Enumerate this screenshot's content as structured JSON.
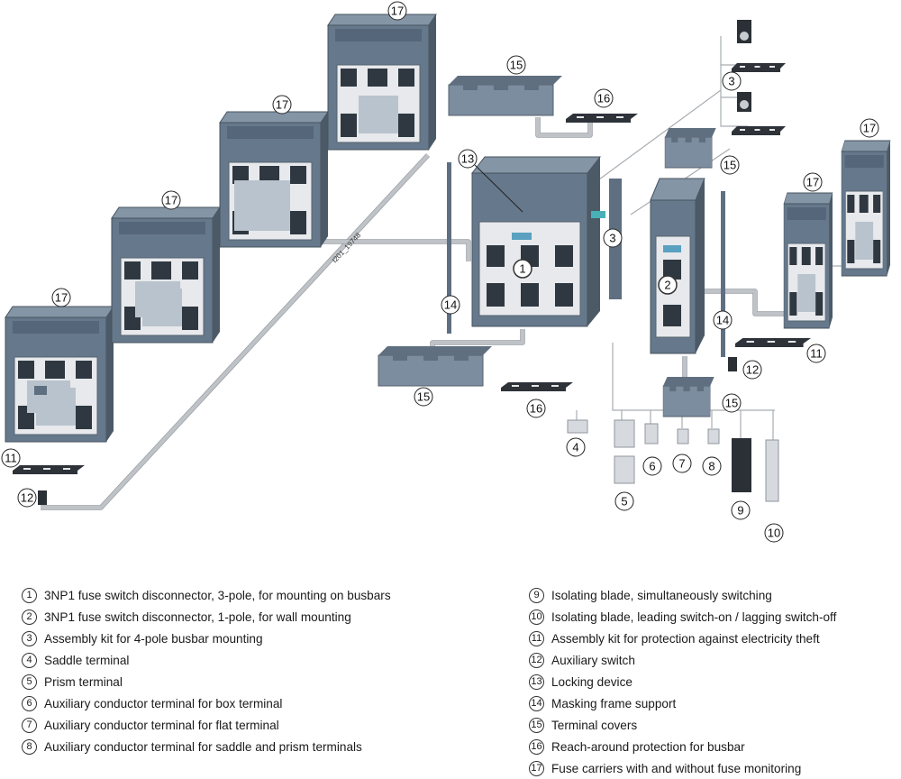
{
  "diagram": {
    "code": "I201_19748",
    "callouts": {
      "c17a": "17",
      "c17b": "17",
      "c17c": "17",
      "c17d": "17",
      "c17e": "17",
      "c17f": "17",
      "c15a": "15",
      "c15b": "15",
      "c15c": "15",
      "c15d": "15",
      "c16a": "16",
      "c16b": "16",
      "c3a": "3",
      "c3b": "3",
      "c13": "13",
      "c1": "1",
      "c2": "2",
      "c14a": "14",
      "c14b": "14",
      "c11a": "11",
      "c11b": "11",
      "c12a": "12",
      "c12b": "12",
      "c4": "4",
      "c5": "5",
      "c6": "6",
      "c7": "7",
      "c8": "8",
      "c9": "9",
      "c10": "10"
    }
  },
  "legend": {
    "left": [
      {
        "num": "1",
        "text": "3NP1 fuse switch disconnector, 3-pole, for mounting on busbars"
      },
      {
        "num": "2",
        "text": "3NP1 fuse switch disconnector, 1-pole, for wall mounting"
      },
      {
        "num": "3",
        "text": "Assembly kit for 4-pole busbar mounting"
      },
      {
        "num": "4",
        "text": "Saddle terminal"
      },
      {
        "num": "5",
        "text": "Prism terminal"
      },
      {
        "num": "6",
        "text": "Auxiliary conductor terminal for box terminal"
      },
      {
        "num": "7",
        "text": "Auxiliary conductor terminal for flat terminal"
      },
      {
        "num": "8",
        "text": "Auxiliary conductor terminal for saddle and prism terminals"
      }
    ],
    "right": [
      {
        "num": "9",
        "text": "Isolating blade, simultaneously switching"
      },
      {
        "num": "10",
        "text": "Isolating blade, leading switch-on / lagging switch-off"
      },
      {
        "num": "11",
        "text": "Assembly kit for protection against electricity theft"
      },
      {
        "num": "12",
        "text": "Auxiliary switch"
      },
      {
        "num": "13",
        "text": "Locking device"
      },
      {
        "num": "14",
        "text": "Masking frame support"
      },
      {
        "num": "15",
        "text": "Terminal covers"
      },
      {
        "num": "16",
        "text": "Reach-around protection for busbar"
      },
      {
        "num": "17",
        "text": "Fuse carriers with and without fuse monitoring"
      }
    ]
  }
}
